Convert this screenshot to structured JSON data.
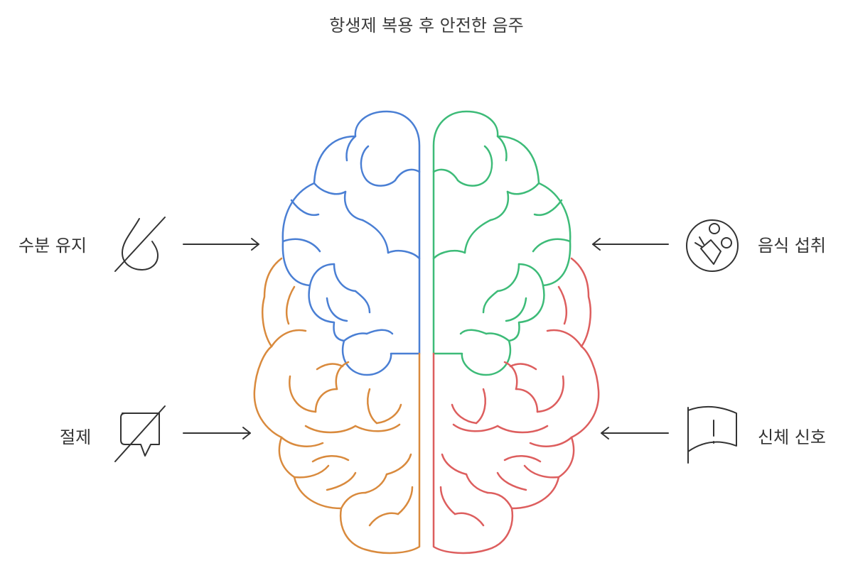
{
  "diagram": {
    "title": "항생제 복용 후 안전한 음주",
    "items": [
      {
        "id": "hydration",
        "label": "수분 유지",
        "icon": "water-drop-slash-icon",
        "color": "#4a7fd4"
      },
      {
        "id": "moderation",
        "label": "절제",
        "icon": "chat-bubble-slash-icon",
        "color": "#d98a3d"
      },
      {
        "id": "food",
        "label": "음식 섭취",
        "icon": "food-plate-icon",
        "color": "#3dbb78"
      },
      {
        "id": "signals",
        "label": "신체 신호",
        "icon": "warning-flag-icon",
        "color": "#dd5e5e"
      }
    ]
  }
}
